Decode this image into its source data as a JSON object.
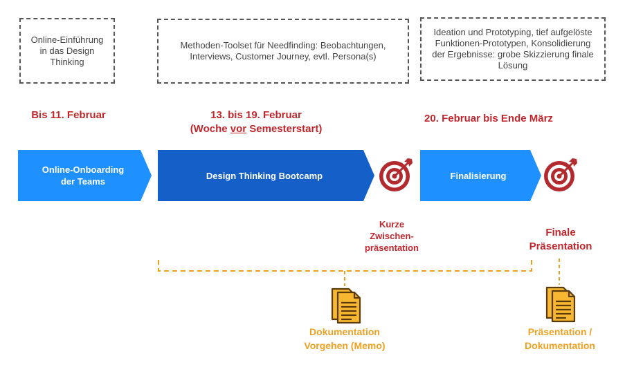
{
  "boxes": {
    "onboarding_note": "Online-Einführung in das Design Thinking",
    "bootcamp_note": "Methoden-Toolset für Needfinding: Beobachtungen, Interviews, Customer Journey, evtl. Persona(s)",
    "final_note": "Ideation und Prototyping, tief aufgelöste Funktionen-Prototypen, Konsolidierung der Ergebnisse: grobe Skizzierung finale Lösung"
  },
  "dates": {
    "phase1": "Bis 11. Februar",
    "phase2_line1": "13. bis 19. Februar",
    "phase2_line2_prefix": "(Woche ",
    "phase2_line2_underline": "vor",
    "phase2_line2_suffix": " Semesterstart)",
    "phase3": "20. Februar bis Ende März"
  },
  "phases": {
    "phase1_line1": "Online-Onboarding",
    "phase1_line2": "der Teams",
    "phase2": "Design Thinking Bootcamp",
    "phase3": "Finalisierung"
  },
  "milestones": {
    "interim_line1": "Kurze",
    "interim_line2": "Zwischen-",
    "interim_line3": "präsentation",
    "final_line1": "Finale",
    "final_line2": "Präsentation"
  },
  "deliverables": {
    "doc1_line1": "Dokumentation",
    "doc1_line2": "Vorgehen (Memo)",
    "doc2_line1": "Präsentation /",
    "doc2_line2": "Dokumentation"
  },
  "colors": {
    "arrow_light": "#1e90ff",
    "arrow_dark": "#1560c8",
    "date_red": "#c0272d",
    "target_red": "#b22a2e",
    "orange": "#f0a020"
  },
  "icons": {
    "milestone": "target-icon",
    "document": "document-icon"
  }
}
